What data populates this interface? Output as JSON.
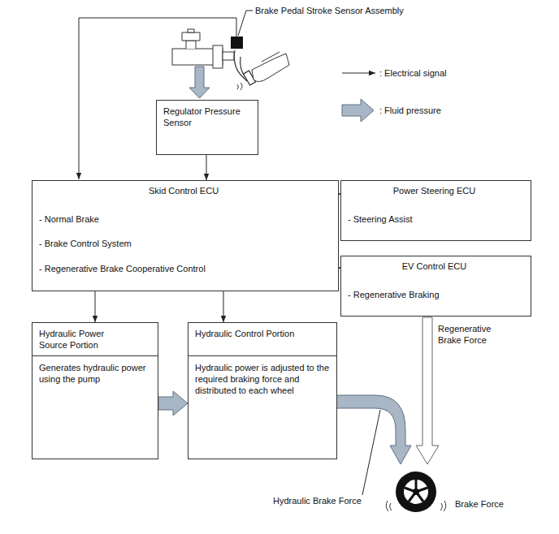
{
  "diagram": {
    "nodes": [
      {
        "text": [
          "Regulator Pressure Sensor"
        ]
      },
      {
        "text": [
          "Skid Control ECU",
          "- Normal Brake",
          "- Brake Control System",
          "- Regenerative Brake Cooperative Control"
        ]
      },
      {
        "text": [
          "Power Steering ECU",
          "- Steering Assist"
        ]
      },
      {
        "text": [
          "EV Control ECU",
          "- Regenerative Braking"
        ]
      },
      {
        "text": [
          "Hydraulic Power Source Portion",
          "Generates hydraulic power using the pump"
        ]
      },
      {
        "text": [
          "Hydraulic Control Portion",
          "Hydraulic power is adjusted to the required braking force and distributed to each wheel"
        ]
      }
    ],
    "edges": [
      {
        "from": 0,
        "to": 1,
        "arrow": "to"
      },
      {
        "from": 1,
        "to": 2,
        "arrow": "both"
      },
      {
        "from": 1,
        "to": 3,
        "arrow": "both"
      },
      {
        "from": 1,
        "to": 4,
        "arrow": "to"
      },
      {
        "from": 1,
        "to": 5,
        "arrow": "to"
      },
      {
        "from": 4,
        "to": 5,
        "arrow": "to"
      }
    ],
    "labels": [
      "Brake Pedal Stroke Sensor Assembly",
      "Regenerative Brake Force",
      "Hydraulic Brake Force",
      "Brake Force"
    ],
    "legend": [
      {
        "text": ": Electrical signal"
      },
      {
        "text": ": Fluid pressure"
      }
    ]
  }
}
